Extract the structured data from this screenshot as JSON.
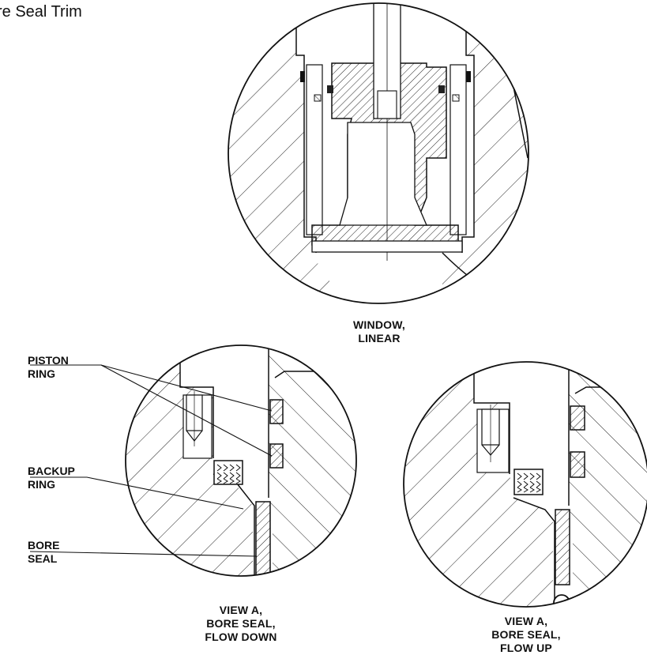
{
  "page_title": "re Seal Trim",
  "views": {
    "top": {
      "line1": "WINDOW,",
      "line2": "LINEAR"
    },
    "left": {
      "line1": "VIEW A,",
      "line2": "BORE SEAL,",
      "line3": "FLOW DOWN"
    },
    "right": {
      "line1": "VIEW A,",
      "line2": "BORE SEAL,",
      "line3": "FLOW UP"
    }
  },
  "callouts": {
    "piston_ring": {
      "line1": "PISTON",
      "line2": "RING"
    },
    "backup_ring": {
      "line1": "BACKUP",
      "line2": "RING"
    },
    "bore_seal": {
      "line1": "BORE",
      "line2": "SEAL"
    }
  }
}
